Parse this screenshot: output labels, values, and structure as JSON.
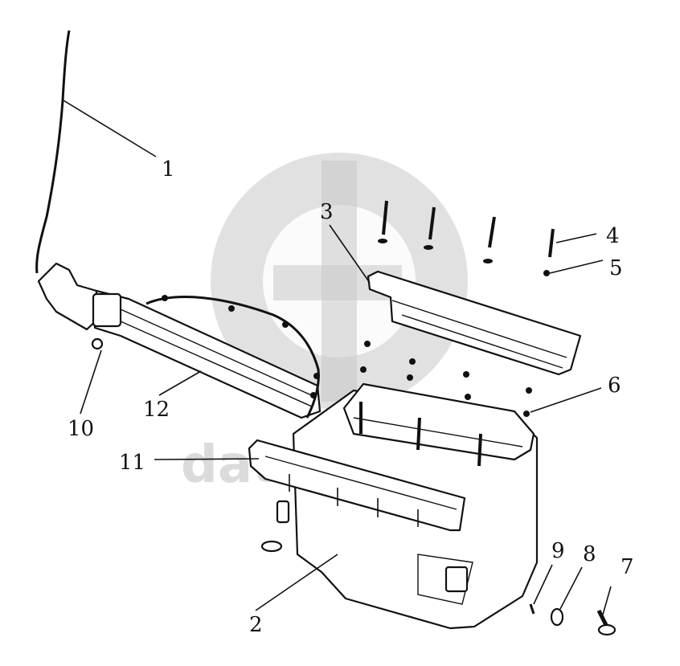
{
  "callouts": [
    {
      "label": "1"
    },
    {
      "label": "2"
    },
    {
      "label": "3"
    },
    {
      "label": "4"
    },
    {
      "label": "5"
    },
    {
      "label": "6"
    },
    {
      "label": "7"
    },
    {
      "label": "8"
    },
    {
      "label": "9"
    },
    {
      "label": "10"
    },
    {
      "label": "11"
    },
    {
      "label": "12"
    }
  ],
  "watermark": {
    "text": "data    parts"
  }
}
